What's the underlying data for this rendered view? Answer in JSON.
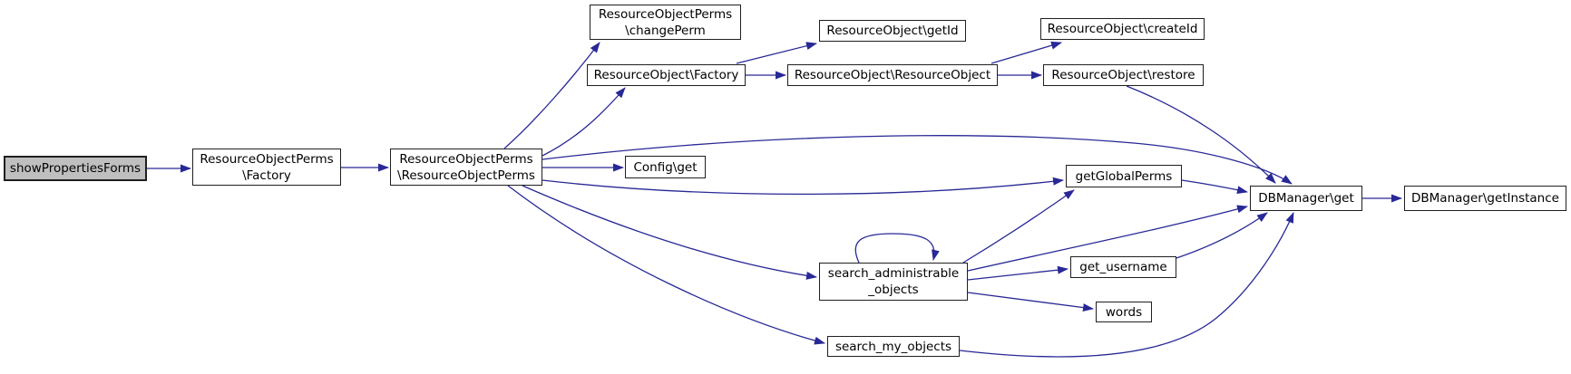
{
  "diagram": {
    "type": "call-graph",
    "style": {
      "edge_color": "#282896",
      "node_fill": "#ffffff",
      "node_border": "#1f1f1f",
      "highlight_fill": "#bfbfbf",
      "background": "#ffffff"
    },
    "nodes": [
      {
        "id": "spf",
        "label": "showPropertiesForms",
        "lines": [
          "showPropertiesForms"
        ],
        "highlight": true
      },
      {
        "id": "ropF",
        "label": "ResourceObjectPerms\\Factory",
        "lines": [
          "ResourceObjectPerms",
          "\\Factory"
        ],
        "highlight": false
      },
      {
        "id": "ropR",
        "label": "ResourceObjectPerms\\ResourceObjectPerms",
        "lines": [
          "ResourceObjectPerms",
          "\\ResourceObjectPerms"
        ],
        "highlight": false
      },
      {
        "id": "ropC",
        "label": "ResourceObjectPerms\\changePerm",
        "lines": [
          "ResourceObjectPerms",
          "\\changePerm"
        ],
        "highlight": false
      },
      {
        "id": "roF",
        "label": "ResourceObject\\Factory",
        "lines": [
          "ResourceObject\\Factory"
        ],
        "highlight": false
      },
      {
        "id": "roGetId",
        "label": "ResourceObject\\getId",
        "lines": [
          "ResourceObject\\getId"
        ],
        "highlight": false
      },
      {
        "id": "roCreateId",
        "label": "ResourceObject\\createId",
        "lines": [
          "ResourceObject\\createId"
        ],
        "highlight": false
      },
      {
        "id": "roR",
        "label": "ResourceObject\\ResourceObject",
        "lines": [
          "ResourceObject\\ResourceObject"
        ],
        "highlight": false
      },
      {
        "id": "roRestore",
        "label": "ResourceObject\\restore",
        "lines": [
          "ResourceObject\\restore"
        ],
        "highlight": false
      },
      {
        "id": "cfg",
        "label": "Config\\get",
        "lines": [
          "Config\\get"
        ],
        "highlight": false
      },
      {
        "id": "ggp",
        "label": "getGlobalPerms",
        "lines": [
          "getGlobalPerms"
        ],
        "highlight": false
      },
      {
        "id": "dbg",
        "label": "DBManager\\get",
        "lines": [
          "DBManager\\get"
        ],
        "highlight": false
      },
      {
        "id": "dbgi",
        "label": "DBManager\\getInstance",
        "lines": [
          "DBManager\\getInstance"
        ],
        "highlight": false
      },
      {
        "id": "sao",
        "label": "search_administrable_objects",
        "lines": [
          "search_administrable",
          "_objects"
        ],
        "highlight": false
      },
      {
        "id": "gun",
        "label": "get_username",
        "lines": [
          "get_username"
        ],
        "highlight": false
      },
      {
        "id": "words",
        "label": "words",
        "lines": [
          "words"
        ],
        "highlight": false
      },
      {
        "id": "smo",
        "label": "search_my_objects",
        "lines": [
          "search_my_objects"
        ],
        "highlight": false
      }
    ],
    "edges": [
      {
        "from": "spf",
        "to": "ropF"
      },
      {
        "from": "ropF",
        "to": "ropR"
      },
      {
        "from": "ropR",
        "to": "ropC"
      },
      {
        "from": "ropR",
        "to": "roF"
      },
      {
        "from": "ropR",
        "to": "cfg"
      },
      {
        "from": "ropR",
        "to": "dbg"
      },
      {
        "from": "ropR",
        "to": "ggp"
      },
      {
        "from": "ropR",
        "to": "sao"
      },
      {
        "from": "ropR",
        "to": "smo"
      },
      {
        "from": "roF",
        "to": "roGetId"
      },
      {
        "from": "roF",
        "to": "roR"
      },
      {
        "from": "roR",
        "to": "roCreateId"
      },
      {
        "from": "roR",
        "to": "roRestore"
      },
      {
        "from": "roRestore",
        "to": "dbg"
      },
      {
        "from": "ggp",
        "to": "dbg"
      },
      {
        "from": "sao",
        "to": "sao"
      },
      {
        "from": "sao",
        "to": "ggp"
      },
      {
        "from": "sao",
        "to": "dbg"
      },
      {
        "from": "sao",
        "to": "gun"
      },
      {
        "from": "sao",
        "to": "words"
      },
      {
        "from": "gun",
        "to": "dbg"
      },
      {
        "from": "smo",
        "to": "dbg"
      },
      {
        "from": "dbg",
        "to": "dbgi"
      }
    ]
  }
}
